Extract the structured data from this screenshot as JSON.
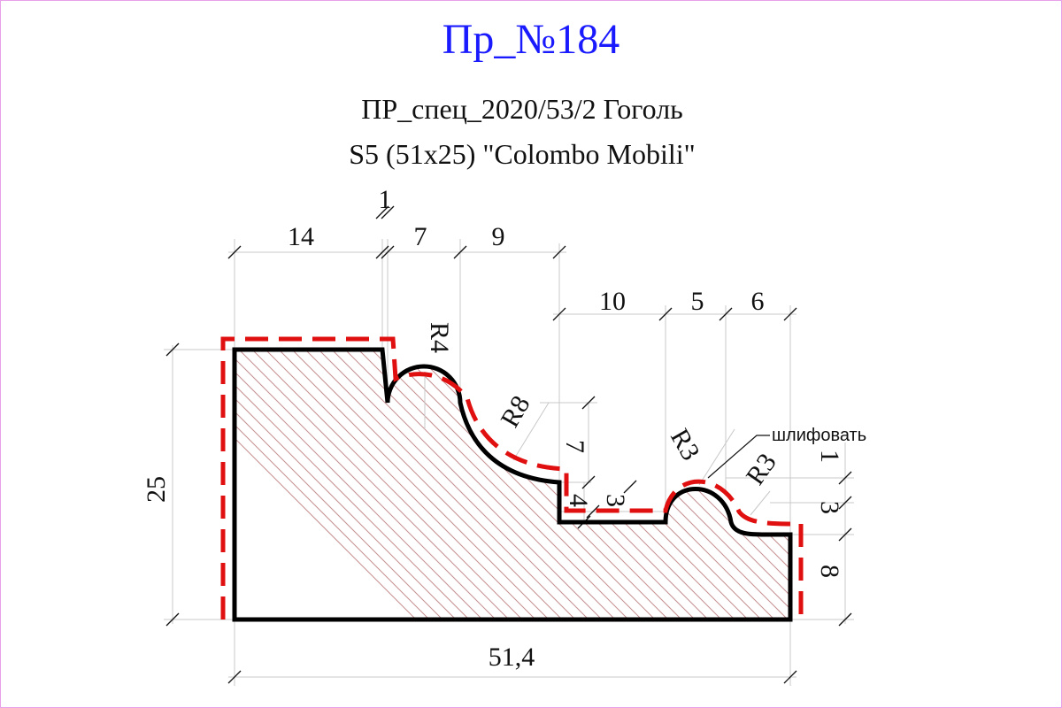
{
  "title": "Пр_№184",
  "subtitle1": "ПР_спец_2020/53/2 Гоголь",
  "subtitle2": "S5 (51х25) \"Colombo Mobili\"",
  "note": "шлифовать",
  "colors": {
    "title": "#1a1aff",
    "profile": "#000000",
    "cut_line": "#e01010",
    "frame": "#e8a0e8",
    "hatch": "#c49090"
  },
  "dims": {
    "top_14": "14",
    "top_1": "1",
    "top_7": "7",
    "top_9": "9",
    "mid_10": "10",
    "mid_5": "5",
    "mid_6": "6",
    "r4": "R4",
    "r8": "R8",
    "r3a": "R3",
    "r3b": "R3",
    "v7": "7",
    "v4": "4",
    "h3": "3",
    "right_1": "1",
    "right_3": "3",
    "right_8": "8",
    "left_25": "25",
    "bottom_51": "51,4"
  }
}
